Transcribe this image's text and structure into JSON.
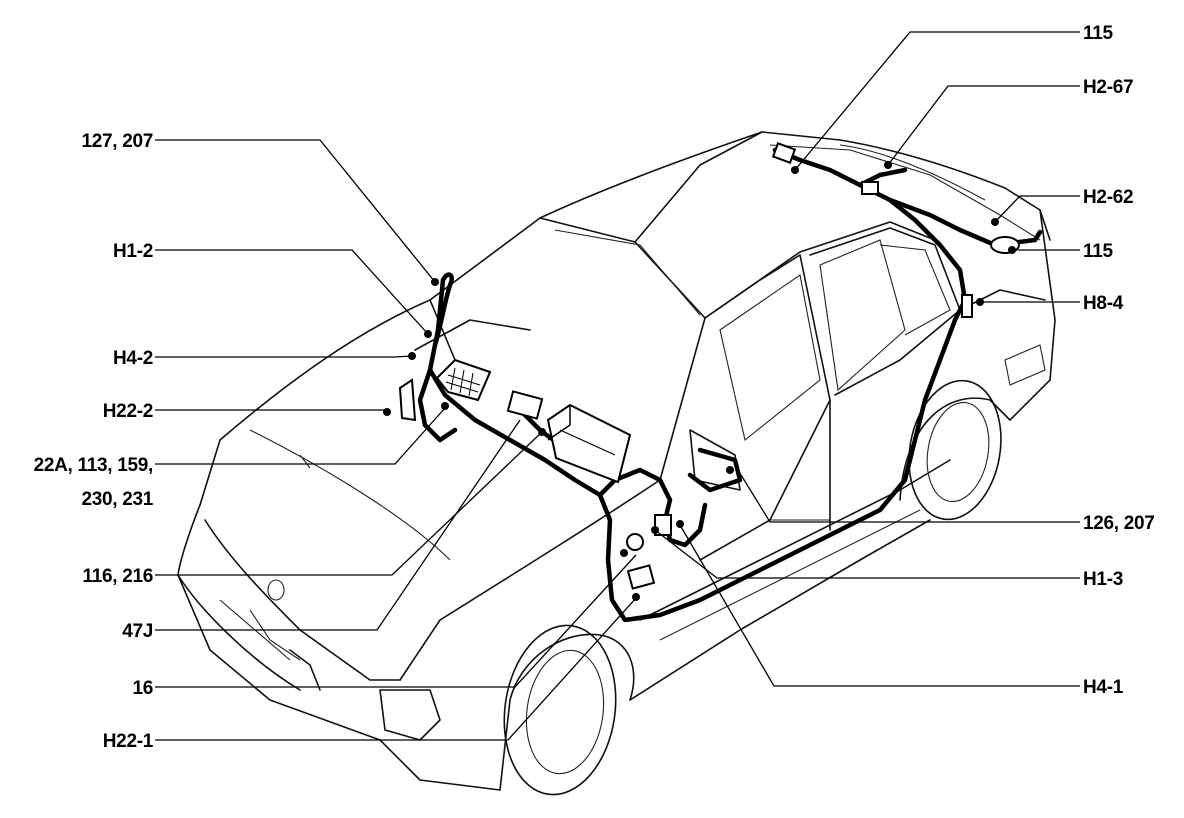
{
  "labels": {
    "l127_207": "127, 207",
    "h1_2": "H1-2",
    "h4_2": "H4-2",
    "h22_2": "H22-2",
    "l22a_line1": "22A, 113, 159,",
    "l22a_line2": "230, 231",
    "l116_216": "116, 216",
    "l47j": "47J",
    "l16": "16",
    "h22_1": "H22-1",
    "l115_top": "115",
    "h2_67": "H2-67",
    "h2_62": "H2-62",
    "l115_right": "115",
    "h8_4": "H8-4",
    "l126_207": "126, 207",
    "h1_3": "H1-3",
    "h4_1": "H4-1"
  }
}
